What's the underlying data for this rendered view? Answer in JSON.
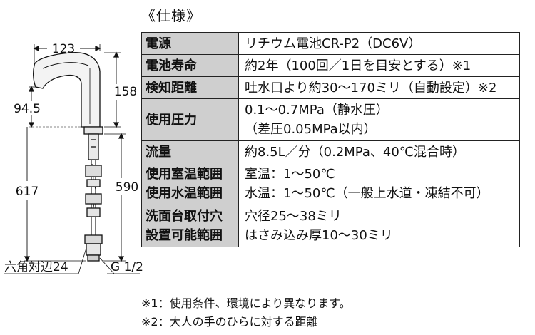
{
  "title": "《仕様》",
  "drawing": {
    "dim_width": "123",
    "dim_spout_height": "158",
    "dim_spout_reach": "94.5",
    "dim_total": "617",
    "dim_shank": "590",
    "hex_label": "六角対辺24",
    "thread_label": "G 1/2"
  },
  "specs": [
    {
      "label": [
        "電源"
      ],
      "value": [
        "リチウム電池CR-P2（DC6V）"
      ]
    },
    {
      "label": [
        "電池寿命"
      ],
      "value": [
        "約2年（100回／1日を目安とする）※1"
      ]
    },
    {
      "label": [
        "検知距離"
      ],
      "value": [
        "吐水口より約30～170ミリ（自動設定）※2"
      ]
    },
    {
      "label": [
        "使用圧力"
      ],
      "value": [
        "0.1～0.7MPa（静水圧）",
        "（差圧0.05MPa以内）"
      ]
    },
    {
      "label": [
        "流量"
      ],
      "value": [
        "約8.5L／分（0.2MPa、40℃混合時）"
      ]
    },
    {
      "label": [
        "使用室温範囲",
        "使用水温範囲"
      ],
      "value": [
        "室温：1～50℃",
        "水温：1～50℃（一般上水道・凍結不可）"
      ]
    },
    {
      "label": [
        "洗面台取付穴",
        "設置可能範囲"
      ],
      "value": [
        "穴径25～38ミリ",
        "はさみ込み厚10～30ミリ"
      ]
    }
  ],
  "notes": [
    "※1：使用条件、環境により異なります。",
    "※2：大人の手のひらに対する距離"
  ]
}
